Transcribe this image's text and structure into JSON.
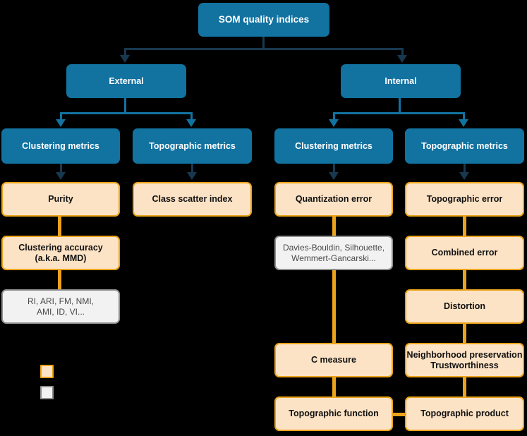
{
  "diagram": {
    "title": "SOM quality indices",
    "colors": {
      "background": "#000000",
      "category_fill": "#1272a0",
      "category_text": "#ffffff",
      "metric_fill": "#fde3c5",
      "metric_border": "#eaa31a",
      "metric_text": "#111111",
      "other_fill": "#f2f2f2",
      "other_border": "#8f8f8f",
      "other_text": "#4a4a4a",
      "connector_navy": "#18384f",
      "connector_teal": "#1272a0",
      "connector_orange": "#eaa31a"
    },
    "root": {
      "label": "SOM quality indices"
    },
    "branches": {
      "external": {
        "label": "External"
      },
      "internal": {
        "label": "Internal"
      }
    },
    "categories": {
      "external_clustering": {
        "label": "Clustering metrics"
      },
      "external_topographic": {
        "label": "Topographic metrics"
      },
      "internal_clustering": {
        "label": "Clustering metrics"
      },
      "internal_topographic": {
        "label": "Topographic metrics"
      }
    },
    "metrics": {
      "purity": {
        "label": "Purity"
      },
      "clustering_accuracy_line1": "Clustering accuracy",
      "clustering_accuracy_line2": "(a.k.a. MMD)",
      "external_clustering_others_line1": "RI, ARI, FM, NMI,",
      "external_clustering_others_line2": "AMI, ID, VI...",
      "class_scatter_index": {
        "label": "Class scatter index"
      },
      "quantization_error": {
        "label": "Quantization error"
      },
      "internal_clustering_others_line1": "Davies-Bouldin, Silhouette,",
      "internal_clustering_others_line2": "Wemmert-Gancarski...",
      "c_measure": {
        "label": "C measure"
      },
      "topographic_function": {
        "label": "Topographic function"
      },
      "topographic_error": {
        "label": "Topographic error"
      },
      "combined_error": {
        "label": "Combined error"
      },
      "distortion": {
        "label": "Distortion"
      },
      "neighborhood_line1": "Neighborhood preservation",
      "neighborhood_line2": "Trustworthiness",
      "topographic_product": {
        "label": "Topographic product"
      }
    },
    "legend": {
      "items": [
        {
          "swatch": "metric-swatch",
          "fill": "#fde3c5",
          "border": "#eaa31a"
        },
        {
          "swatch": "other-swatch",
          "fill": "#f2f2f2",
          "border": "#8f8f8f"
        }
      ]
    }
  }
}
